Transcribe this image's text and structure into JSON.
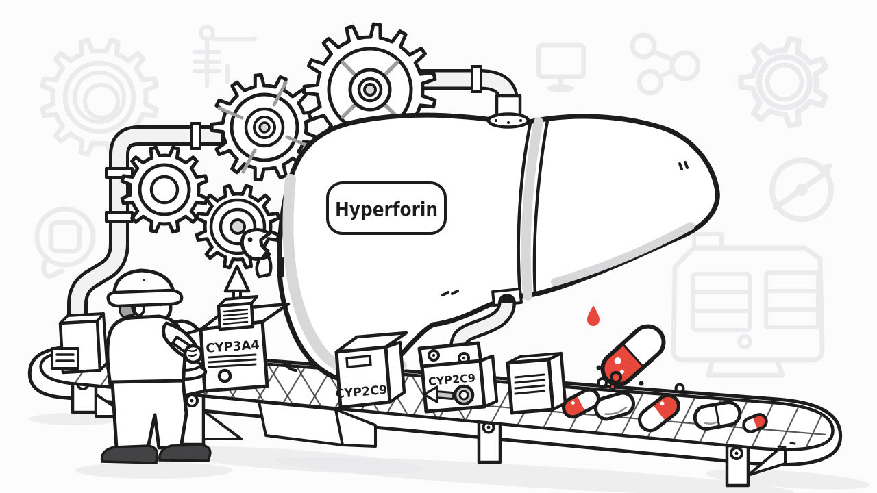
{
  "illustration": {
    "liver_label": "Hyperforin",
    "enzyme_labels": {
      "box_top": "CYP3A4",
      "box_mid": "CYP2C9",
      "machine": "CYP2C9"
    }
  },
  "colors": {
    "ink": "#1c1c1c",
    "pill_red": "#e8473b",
    "organ_shading": "#d8d8da",
    "watermark_gray": "#ebebed",
    "background": "#fcfcfd",
    "shadow": "#e9e9eb"
  },
  "icons": {
    "watermarks": [
      "gear-icon",
      "signal-pole-icon",
      "signpost-icon",
      "share-nodes-icon",
      "settings-gear-icon",
      "compass-icon",
      "generator-panel-icon",
      "map-pin-icon"
    ],
    "scene": [
      "liver",
      "gears",
      "pipes",
      "conveyor-belt",
      "worker",
      "capsule-pills",
      "blood-drop"
    ]
  }
}
